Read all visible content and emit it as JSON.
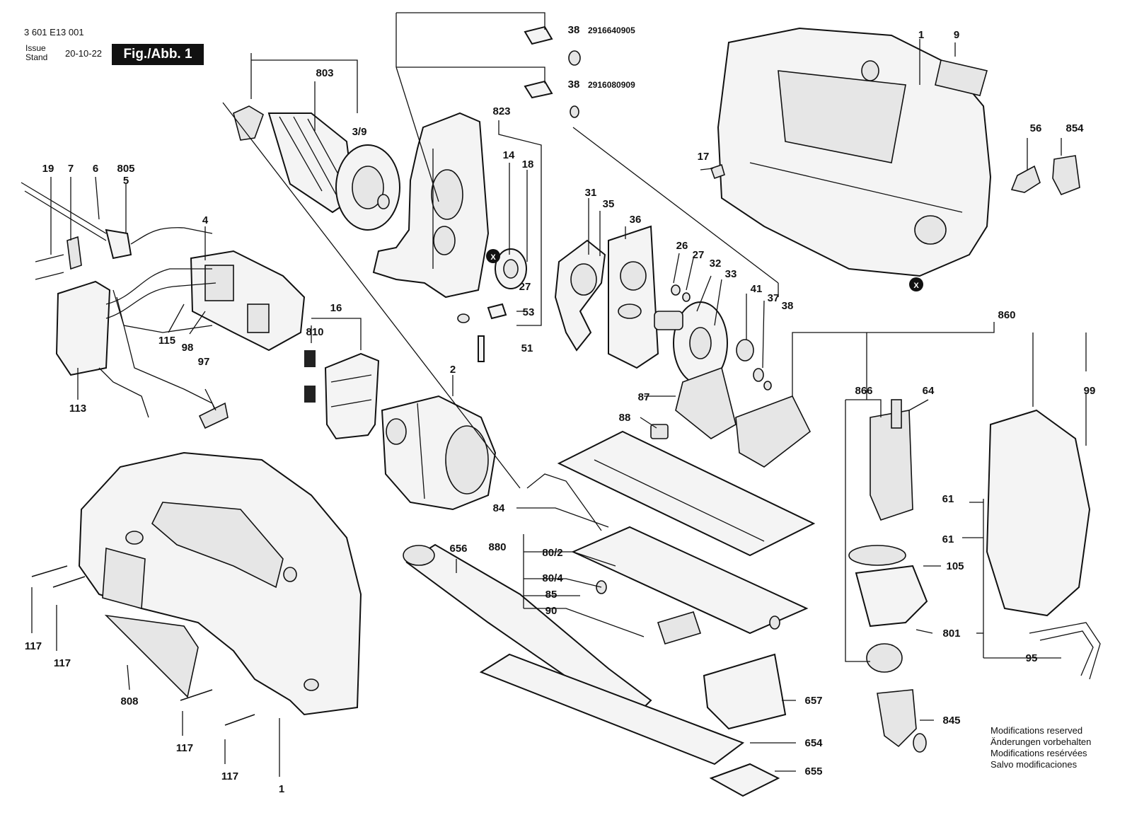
{
  "header": {
    "doc_code": "3 601 E13 001",
    "issue_label": "Issue",
    "stand_label": "Stand",
    "date": "20-10-22",
    "figure": "Fig./Abb. 1"
  },
  "part_codes": {
    "code_a": "2916640905",
    "code_b": "2916080909"
  },
  "callouts": {
    "c1a": "1",
    "c9": "9",
    "c803": "803",
    "c3_9": "3/9",
    "c823": "823",
    "c14": "14",
    "c18": "18",
    "c38a": "38",
    "c38b": "38",
    "c38c": "38",
    "c19": "19",
    "c7": "7",
    "c6": "6",
    "c805": "805",
    "c5": "5",
    "c4": "4",
    "c113": "113",
    "c115": "115",
    "c98": "98",
    "c97": "97",
    "c16": "16",
    "c810": "810",
    "c2": "2",
    "c27a": "27",
    "c27b": "27",
    "c53": "53",
    "c51": "51",
    "c31": "31",
    "c35": "35",
    "c36": "36",
    "c26": "26",
    "c32": "32",
    "c33": "33",
    "c41": "41",
    "c37": "37",
    "c17": "17",
    "c56": "56",
    "c854": "854",
    "c860": "860",
    "c866": "866",
    "c64": "64",
    "c99": "99",
    "c87": "87",
    "c88": "88",
    "c84": "84",
    "c880": "880",
    "c80_2": "80/2",
    "c80_4": "80/4",
    "c85": "85",
    "c90": "90",
    "c656": "656",
    "c61a": "61",
    "c61b": "61",
    "c105": "105",
    "c801": "801",
    "c95": "95",
    "c845": "845",
    "c657": "657",
    "c654": "654",
    "c655": "655",
    "c117a": "117",
    "c117b": "117",
    "c117c": "117",
    "c117d": "117",
    "c808": "808",
    "c1b": "1"
  },
  "markers": {
    "x_a": "X",
    "x_b": "X"
  },
  "notes": [
    "Modifications reserved",
    "Änderungen vorbehalten",
    "Modifications resérvées",
    "Salvo modificaciones"
  ]
}
